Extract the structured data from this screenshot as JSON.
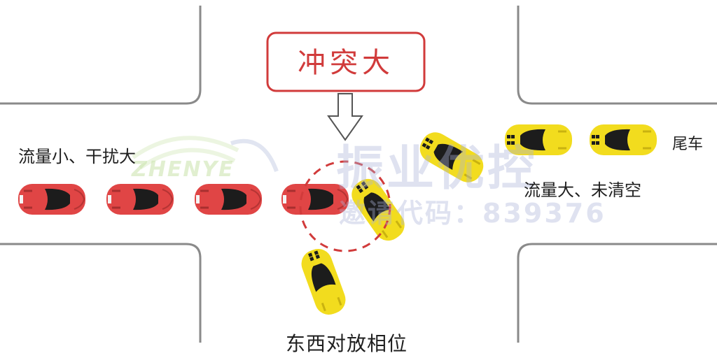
{
  "labels": {
    "left_approach": "流量小、干扰大",
    "tail_car": "尾车",
    "right_approach": "流量大、未清空",
    "phase": "东西对放相位",
    "conflict": "冲突大"
  },
  "watermark": {
    "main": "振业优控",
    "sub": "邀请代码：839376",
    "brand": "ZHENYE"
  },
  "colors": {
    "road_edge": "#8a8a8a",
    "conflict_red": "#d13b3b",
    "car_red": "#e04545",
    "car_yellow": "#f2dc1e"
  },
  "icons": [
    "car-icon",
    "down-arrow-icon",
    "conflict-circle-icon"
  ]
}
